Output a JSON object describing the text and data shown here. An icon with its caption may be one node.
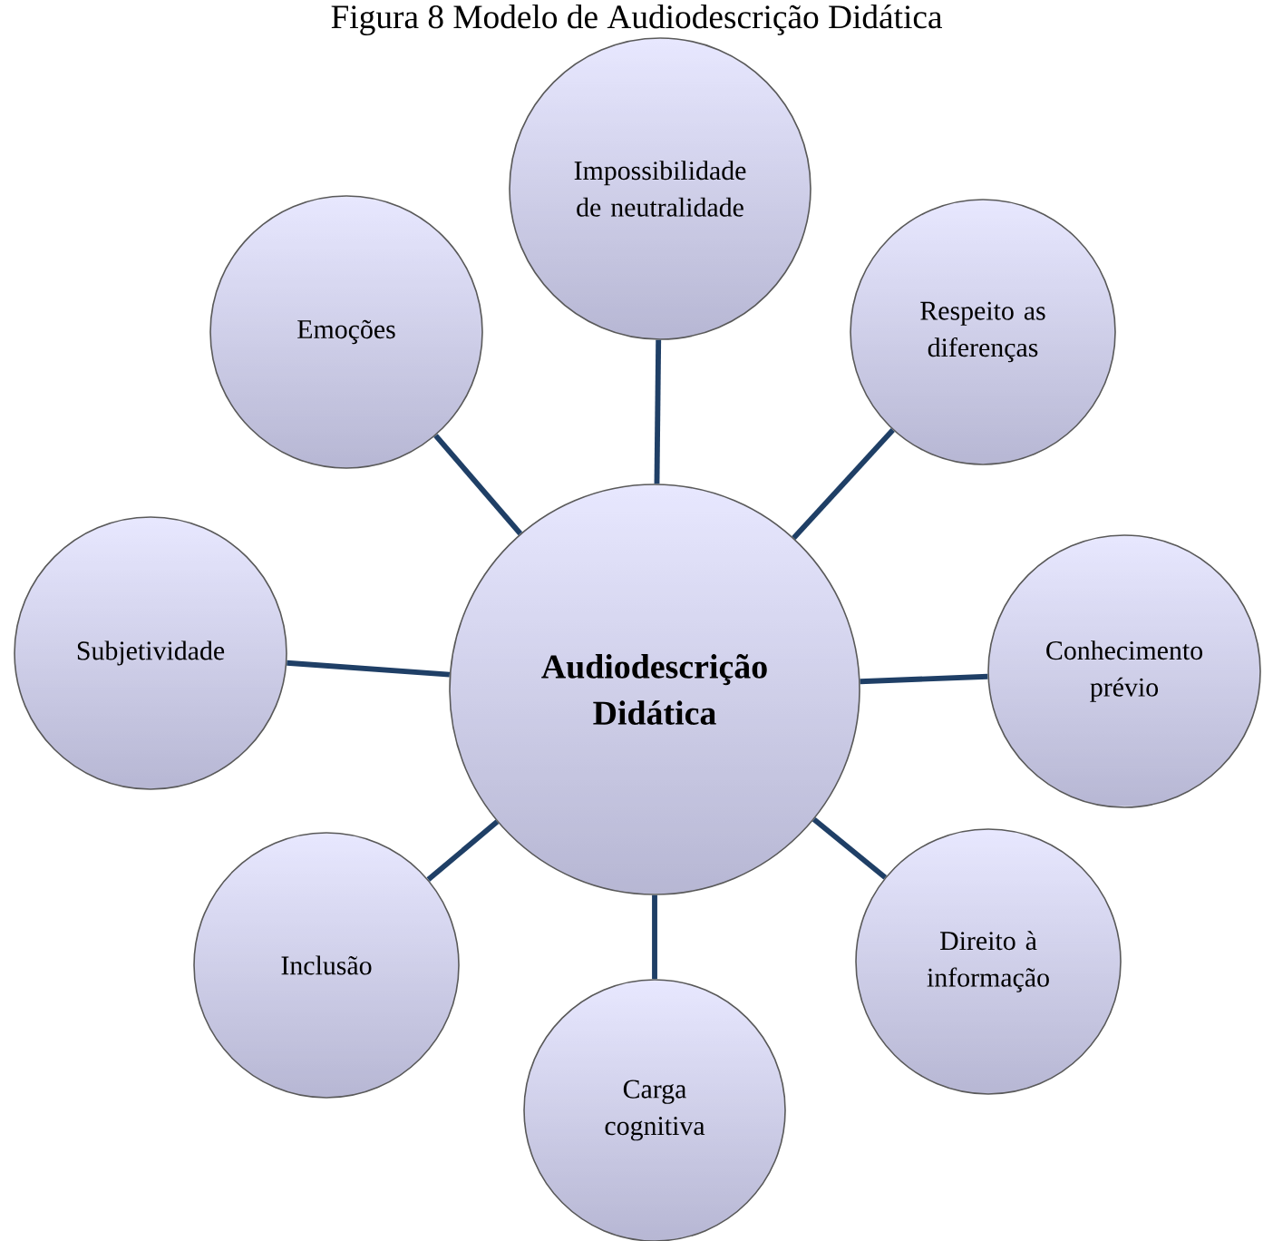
{
  "diagram": {
    "title": "Figura 8 Modelo de Audiodescrição Didática",
    "nodes": [
      {
        "text": [
          "**Audiodescrição Didática**"
        ]
      },
      {
        "text": [
          "Impossibilidade de neutralidade"
        ]
      },
      {
        "text": [
          "Respeito as diferenças"
        ]
      },
      {
        "text": [
          "Conhecimento prévio"
        ]
      },
      {
        "text": [
          "Direito à informação"
        ]
      },
      {
        "text": [
          "Carga cognitiva"
        ]
      },
      {
        "text": [
          "Inclusão"
        ]
      },
      {
        "text": [
          "Subjetividade"
        ]
      },
      {
        "text": [
          "Emoções"
        ]
      }
    ],
    "edges": [
      {
        "from": 0,
        "to": 1,
        "arrow": "none"
      },
      {
        "from": 0,
        "to": 2,
        "arrow": "none"
      },
      {
        "from": 0,
        "to": 3,
        "arrow": "none"
      },
      {
        "from": 0,
        "to": 4,
        "arrow": "none"
      },
      {
        "from": 0,
        "to": 5,
        "arrow": "none"
      },
      {
        "from": 0,
        "to": 6,
        "arrow": "none"
      },
      {
        "from": 0,
        "to": 7,
        "arrow": "none"
      },
      {
        "from": 0,
        "to": 8,
        "arrow": "none"
      }
    ]
  }
}
